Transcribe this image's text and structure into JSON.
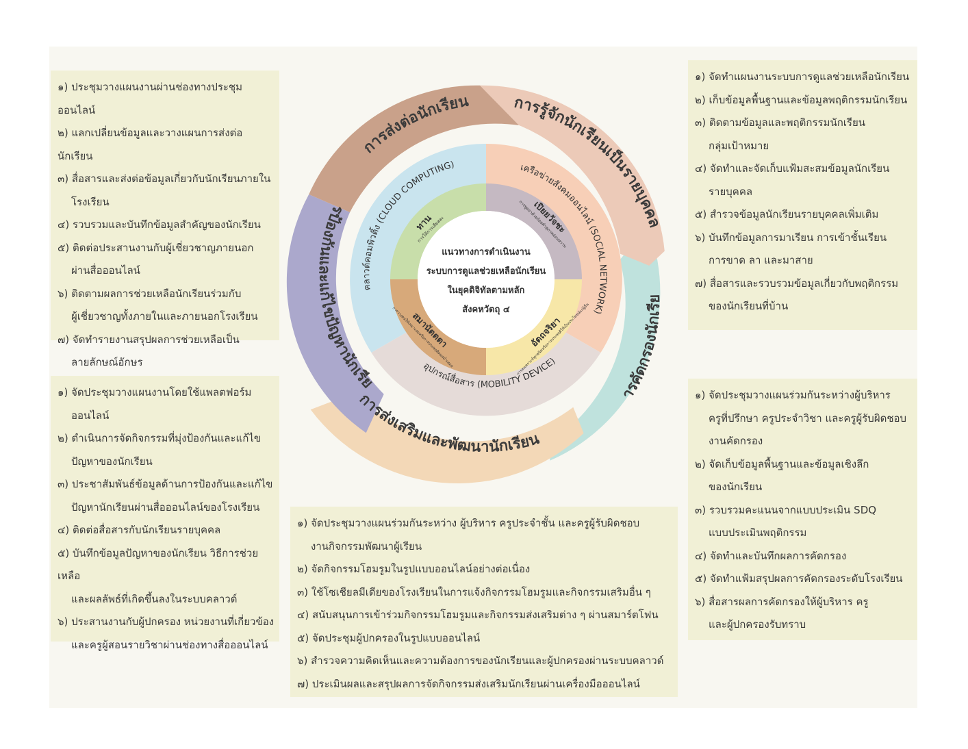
{
  "center": {
    "lines": [
      "แนวทางการดำเนินงาน",
      "ระบบการดูแลช่วยเหลือนักเรียน",
      "ในยุคดิจิทัลตามหลัก",
      "สังคหวัตถุ ๔"
    ]
  },
  "outer_ring": {
    "rukjak": "การรู้จักนักเรียนเป็นรายบุคคล",
    "songto": "การส่งต่อนักเรียน",
    "pongkan": "การป้องกันและแก้ไขปัญหานักเรียน",
    "songsoem": "การส่งเสริมและพัฒนานักเรียน",
    "kadkrong": "การคัดกรองนักเรียน"
  },
  "middle_ring": {
    "cloud": "คลาวด์คอมพิวติ้ง (CLOUD COMPUTING)",
    "social": "เครือข่ายสังคมออนไลน์ (SOCIAL NETWORK)",
    "mobility": "อุปกรณ์สื่อสาร (MOBILITY DEVICE)"
  },
  "inner_ring": {
    "than": {
      "title": "ทาน",
      "desc": "การให้การเสียสละ"
    },
    "piyawacha": {
      "title": "เปิยยวัจชะ",
      "desc": "การพูดจาด้วยถ้อยคำสุภาพอ่อนหวาน"
    },
    "atthacariya": {
      "title": "อัตถจริยา",
      "desc": "การสงเคราะห์ทุกชนิดหรือการประพฤติให้เป็นประโยชน์แก่ผู้อื่น"
    },
    "samanattata": {
      "title": "สมานัตตตา",
      "desc": "การวางตนให้เหมาะสมหรือการประพฤติตนสม่ำเสมอ"
    }
  },
  "boxes": {
    "top_left": [
      [
        "๑) ประชุมวางแผนงานผ่านช่องทางประชุมออนไลน์"
      ],
      [
        "๒) แลกเปลี่ยนข้อมูลและวางแผนการส่งต่อนักเรียน"
      ],
      [
        "๓) สื่อสารและส่งต่อข้อมูลเกี่ยวกับนักเรียนภายใน",
        "โรงเรียน"
      ],
      [
        "๔) รวบรวมและบันทึกข้อมูลสำคัญของนักเรียน"
      ],
      [
        "๕) ติดต่อประสานงานกับผู้เชี่ยวชาญภายนอก",
        "ผ่านสื่อออนไลน์"
      ],
      [
        "๖) ติดตามผลการช่วยเหลือนักเรียนร่วมกับ",
        "ผู้เชี่ยวชาญทั้งภายในและภายนอกโรงเรียน"
      ],
      [
        "๗) จัดทำรายงานสรุปผลการช่วยเหลือเป็น",
        "ลายลักษณ์อักษร"
      ]
    ],
    "top_right": [
      [
        "๑) จัดทำแผนงานระบบการดูแลช่วยเหลือนักเรียน"
      ],
      [
        "๒) เก็บข้อมูลพื้นฐานและข้อมูลพฤติกรรมนักเรียน"
      ],
      [
        "๓) ติดตามข้อมูลและพฤติกรรมนักเรียน",
        "กลุ่มเป้าหมาย"
      ],
      [
        "๔) จัดทำและจัดเก็บแฟ้มสะสมข้อมูลนักเรียน",
        "รายบุคคล"
      ],
      [
        "๕) สำรวจข้อมูลนักเรียนรายบุคคลเพิ่มเติม"
      ],
      [
        "๖) บันทึกข้อมูลการมาเรียน การเข้าชั้นเรียน",
        "การขาด ลา และมาสาย"
      ],
      [
        "๗) สื่อสารและรวบรวมข้อมูลเกี่ยวกับพฤติกรรม",
        "ของนักเรียนที่บ้าน"
      ]
    ],
    "bottom_left": [
      [
        "๑) จัดประชุมวางแผนงานโดยใช้แพลตฟอร์ม",
        "ออนไลน์"
      ],
      [
        "๒) ดำเนินการจัดกิจกรรมที่มุ่งป้องกันและแก้ไข",
        "ปัญหาของนักเรียน"
      ],
      [
        "๓) ประชาสัมพันธ์ข้อมูลด้านการป้องกันและแก้ไข",
        "ปัญหานักเรียนผ่านสื่อออนไลน์ของโรงเรียน"
      ],
      [
        "๔) ติดต่อสื่อสารกับนักเรียนรายบุคคล"
      ],
      [
        "๕) บันทึกข้อมูลปัญหาของนักเรียน วิธีการช่วยเหลือ",
        "และผลลัพธ์ที่เกิดขึ้นลงในระบบคลาวด์"
      ],
      [
        "๖) ประสานงานกับผู้ปกครอง หน่วยงานที่เกี่ยวข้อง",
        "และครูผู้สอนรายวิชาผ่านช่องทางสื่อออนไลน์"
      ]
    ],
    "bottom_right": [
      [
        "๑) จัดประชุมวางแผนร่วมกันระหว่างผู้บริหาร",
        "ครูที่ปรึกษา ครูประจำวิชา และครูผู้รับผิดชอบ",
        "งานคัดกรอง"
      ],
      [
        "๒) จัดเก็บข้อมูลพื้นฐานและข้อมูลเชิงลึก",
        "ของนักเรียน"
      ],
      [
        "๓) รวบรวมคะแนนจากแบบประเมิน SDQ",
        "แบบประเมินพฤติกรรม"
      ],
      [
        "๔) จัดทำและบันทึกผลการคัดกรอง"
      ],
      [
        "๕) จัดทำแฟ้มสรุปผลการคัดกรองระดับโรงเรียน"
      ],
      [
        "๖) สื่อสารผลการคัดกรองให้ผู้บริหาร ครู",
        "และผู้ปกครองรับทราบ"
      ]
    ],
    "bottom_center": [
      [
        "๑) จัดประชุมวางแผนร่วมกันระหว่าง ผู้บริหาร ครูประจำชั้น และครูผู้รับผิดชอบ",
        "งานกิจกรรมพัฒนาผู้เรียน"
      ],
      [
        "๒) จัดกิจกรรมโฮมรูมในรูปแบบออนไลน์อย่างต่อเนื่อง"
      ],
      [
        "๓) ใช้โซเชียลมีเดียของโรงเรียนในการแจ้งกิจกรรมโฮมรูมและกิจกรรมเสริมอื่น ๆ"
      ],
      [
        "๔) สนับสนุนการเข้าร่วมกิจกรรมโฮมรูมและกิจกรรมส่งเสริมต่าง ๆ ผ่านสมาร์ตโฟน"
      ],
      [
        "๕) จัดประชุมผู้ปกครองในรูปแบบออนไลน์"
      ],
      [
        "๖) สำรวจความคิดเห็นและความต้องการของนักเรียนและผู้ปกครองผ่านระบบคลาวด์"
      ],
      [
        "๗) ประเมินผลและสรุปผลการจัดกิจกรรมส่งเสริมนักเรียนผ่านเครื่องมือออนไลน์"
      ]
    ]
  }
}
